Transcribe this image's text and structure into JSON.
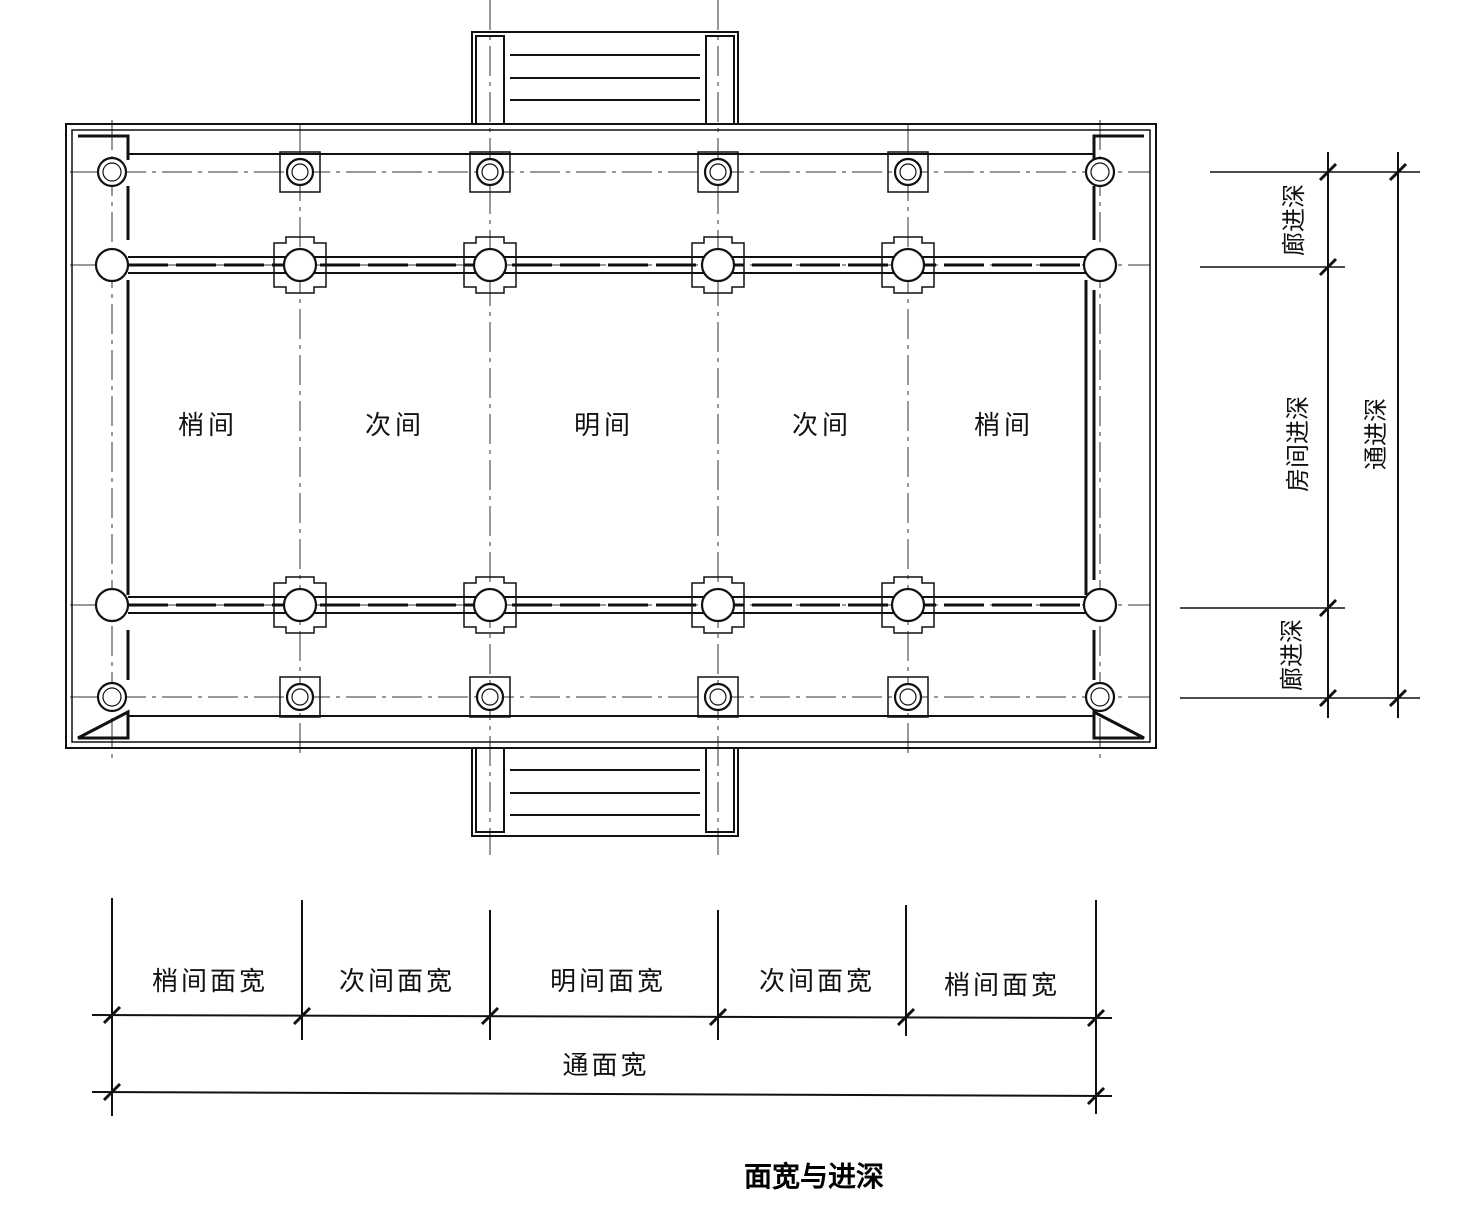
{
  "plan": {
    "rooms": [
      "梢间",
      "次间",
      "明间",
      "次间",
      "梢间"
    ]
  },
  "widths": {
    "bays": [
      "梢间面宽",
      "次间面宽",
      "明间面宽",
      "次间面宽",
      "梢间面宽"
    ],
    "total": "通面宽"
  },
  "depths": {
    "front_corridor": "廊进深",
    "room": "房间进深",
    "rear_corridor": "廊进深",
    "total": "通进深"
  },
  "caption": "面宽与进深"
}
